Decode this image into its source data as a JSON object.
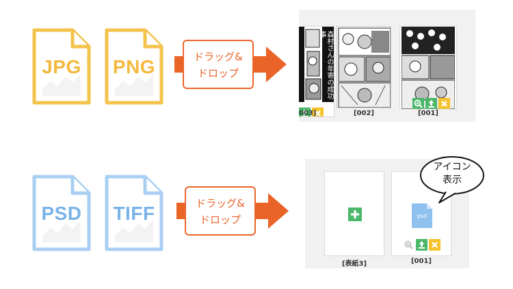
{
  "top_row": {
    "files": [
      {
        "ext": "JPG"
      },
      {
        "ext": "PNG"
      }
    ],
    "drag_label": [
      "ドラッグ&",
      "ドロップ"
    ],
    "pages": [
      {
        "caption": "003]"
      },
      {
        "caption": "[002]"
      },
      {
        "caption": "[001]"
      }
    ],
    "manga_title": "森村さんの年寄の成功事"
  },
  "bottom_row": {
    "files": [
      {
        "ext": "PSD"
      },
      {
        "ext": "TIFF"
      }
    ],
    "drag_label": [
      "ドラッグ&",
      "ドロップ"
    ],
    "pages": [
      {
        "caption": "[表紙3]"
      },
      {
        "caption": "[001]"
      }
    ],
    "psd_icon_text": "psd",
    "bubble": [
      "アイコン",
      "表示"
    ]
  },
  "colors": {
    "yellow": "#f3b93d",
    "blue": "#79b3e8",
    "orange": "#ea6428",
    "green_button": "#4bb76a",
    "yellow_button": "#f4c32e"
  }
}
